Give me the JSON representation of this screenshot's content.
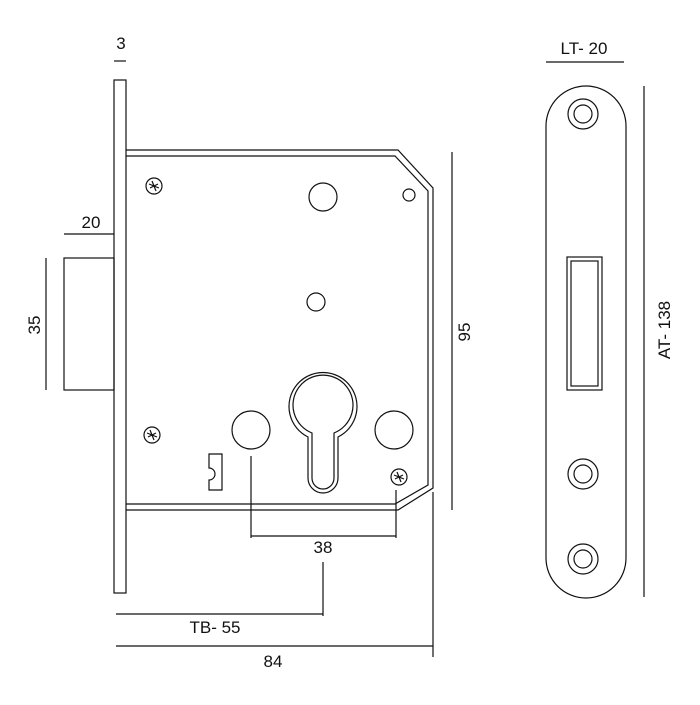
{
  "dimensions": {
    "faceplate_thickness": "3",
    "latch_projection": "20",
    "latch_height": "35",
    "case_height": "95",
    "hole_spacing": "38",
    "backset": "TB- 55",
    "overall_depth": "84",
    "strike_width": "LT- 20",
    "strike_length": "AT- 138"
  },
  "colors": {
    "line": "#111111",
    "background": "#ffffff"
  }
}
